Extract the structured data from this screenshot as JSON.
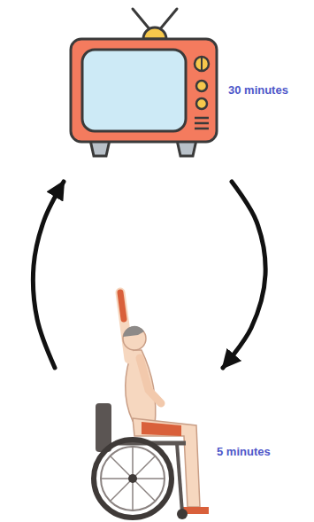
{
  "diagram": {
    "nodes": [
      {
        "text": [
          "30 minutes"
        ]
      },
      {
        "text": [
          "5 minutes"
        ]
      }
    ],
    "edges": [
      {
        "from": 0,
        "to": 1,
        "arrow": "to"
      },
      {
        "from": 1,
        "to": 0,
        "arrow": "to"
      }
    ]
  }
}
